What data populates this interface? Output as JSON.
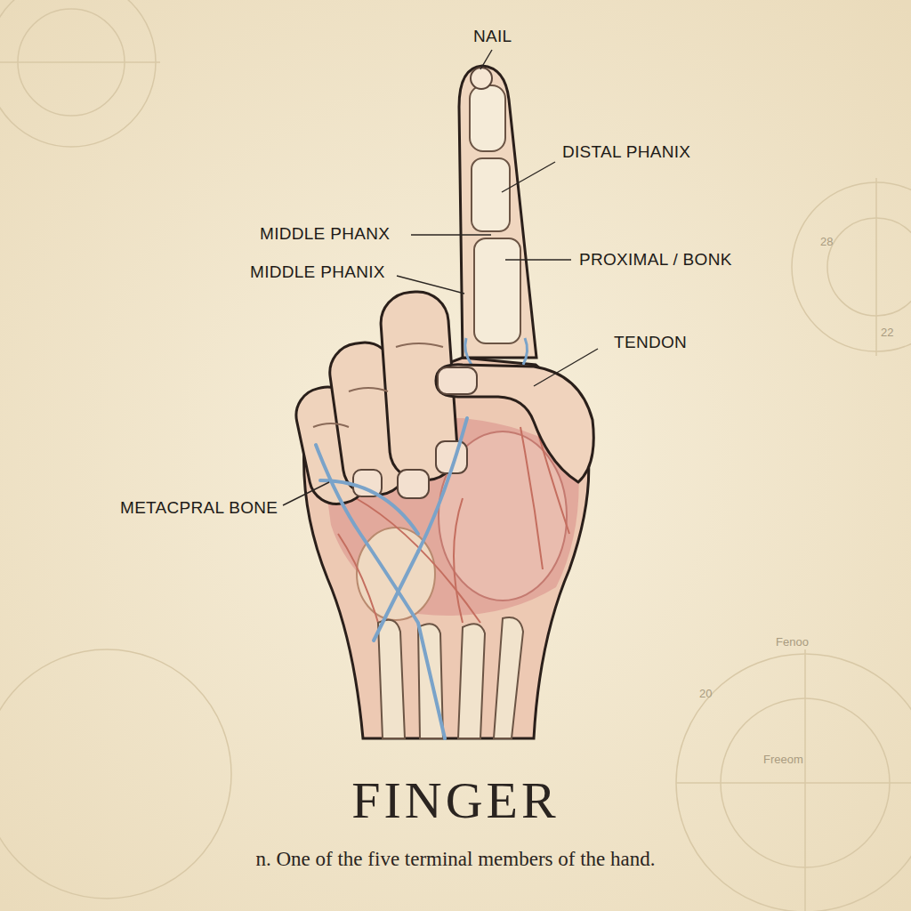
{
  "diagram": {
    "title": "FINGER",
    "caption": "n. One of the five terminal members of the hand.",
    "labels": [
      "NAIL",
      "DISTAL PHANIX",
      "MIDDLE PHANX",
      "MIDDLE PHANIX",
      "PROXIMAL / BONK",
      "TENDON",
      "METACPRAL BONE",
      "28",
      "22",
      "Fenoo",
      "Freeom",
      "20"
    ]
  }
}
